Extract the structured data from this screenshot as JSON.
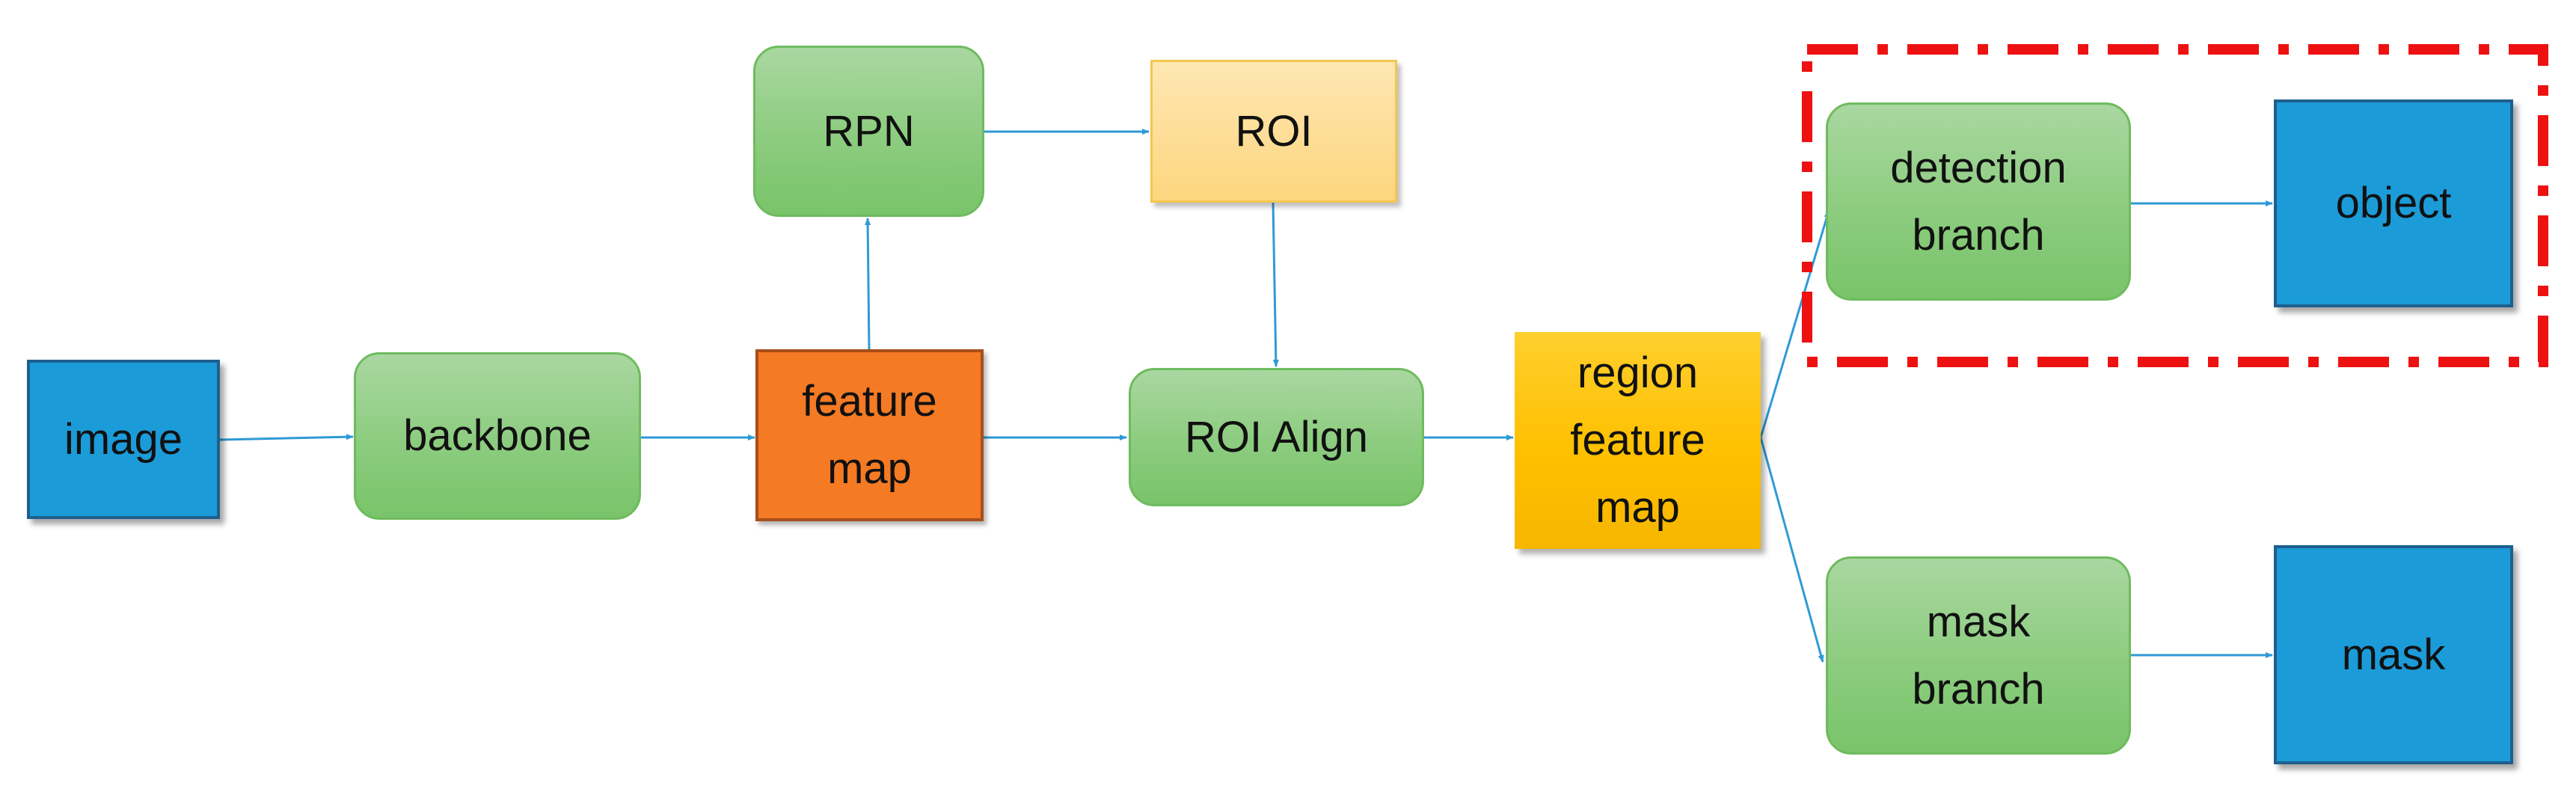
{
  "nodes": {
    "image": "image",
    "backbone": "backbone",
    "feature_map": [
      "feature",
      "map"
    ],
    "rpn": "RPN",
    "roi": "ROI",
    "roi_align": "ROI Align",
    "region_feature_map": [
      "region",
      "feature",
      "map"
    ],
    "detection_branch": [
      "detection",
      "branch"
    ],
    "object": "object",
    "mask_branch": [
      "mask",
      "branch"
    ],
    "mask": "mask"
  },
  "colors": {
    "arrow": "#2e9ad6",
    "highlight": "#ee1111",
    "blue_box": "#1c9bd9",
    "green_box": "#8ccc7f",
    "orange_box": "#f47a24",
    "roi_box": "#fdd67e",
    "region_box": "#fec000"
  }
}
